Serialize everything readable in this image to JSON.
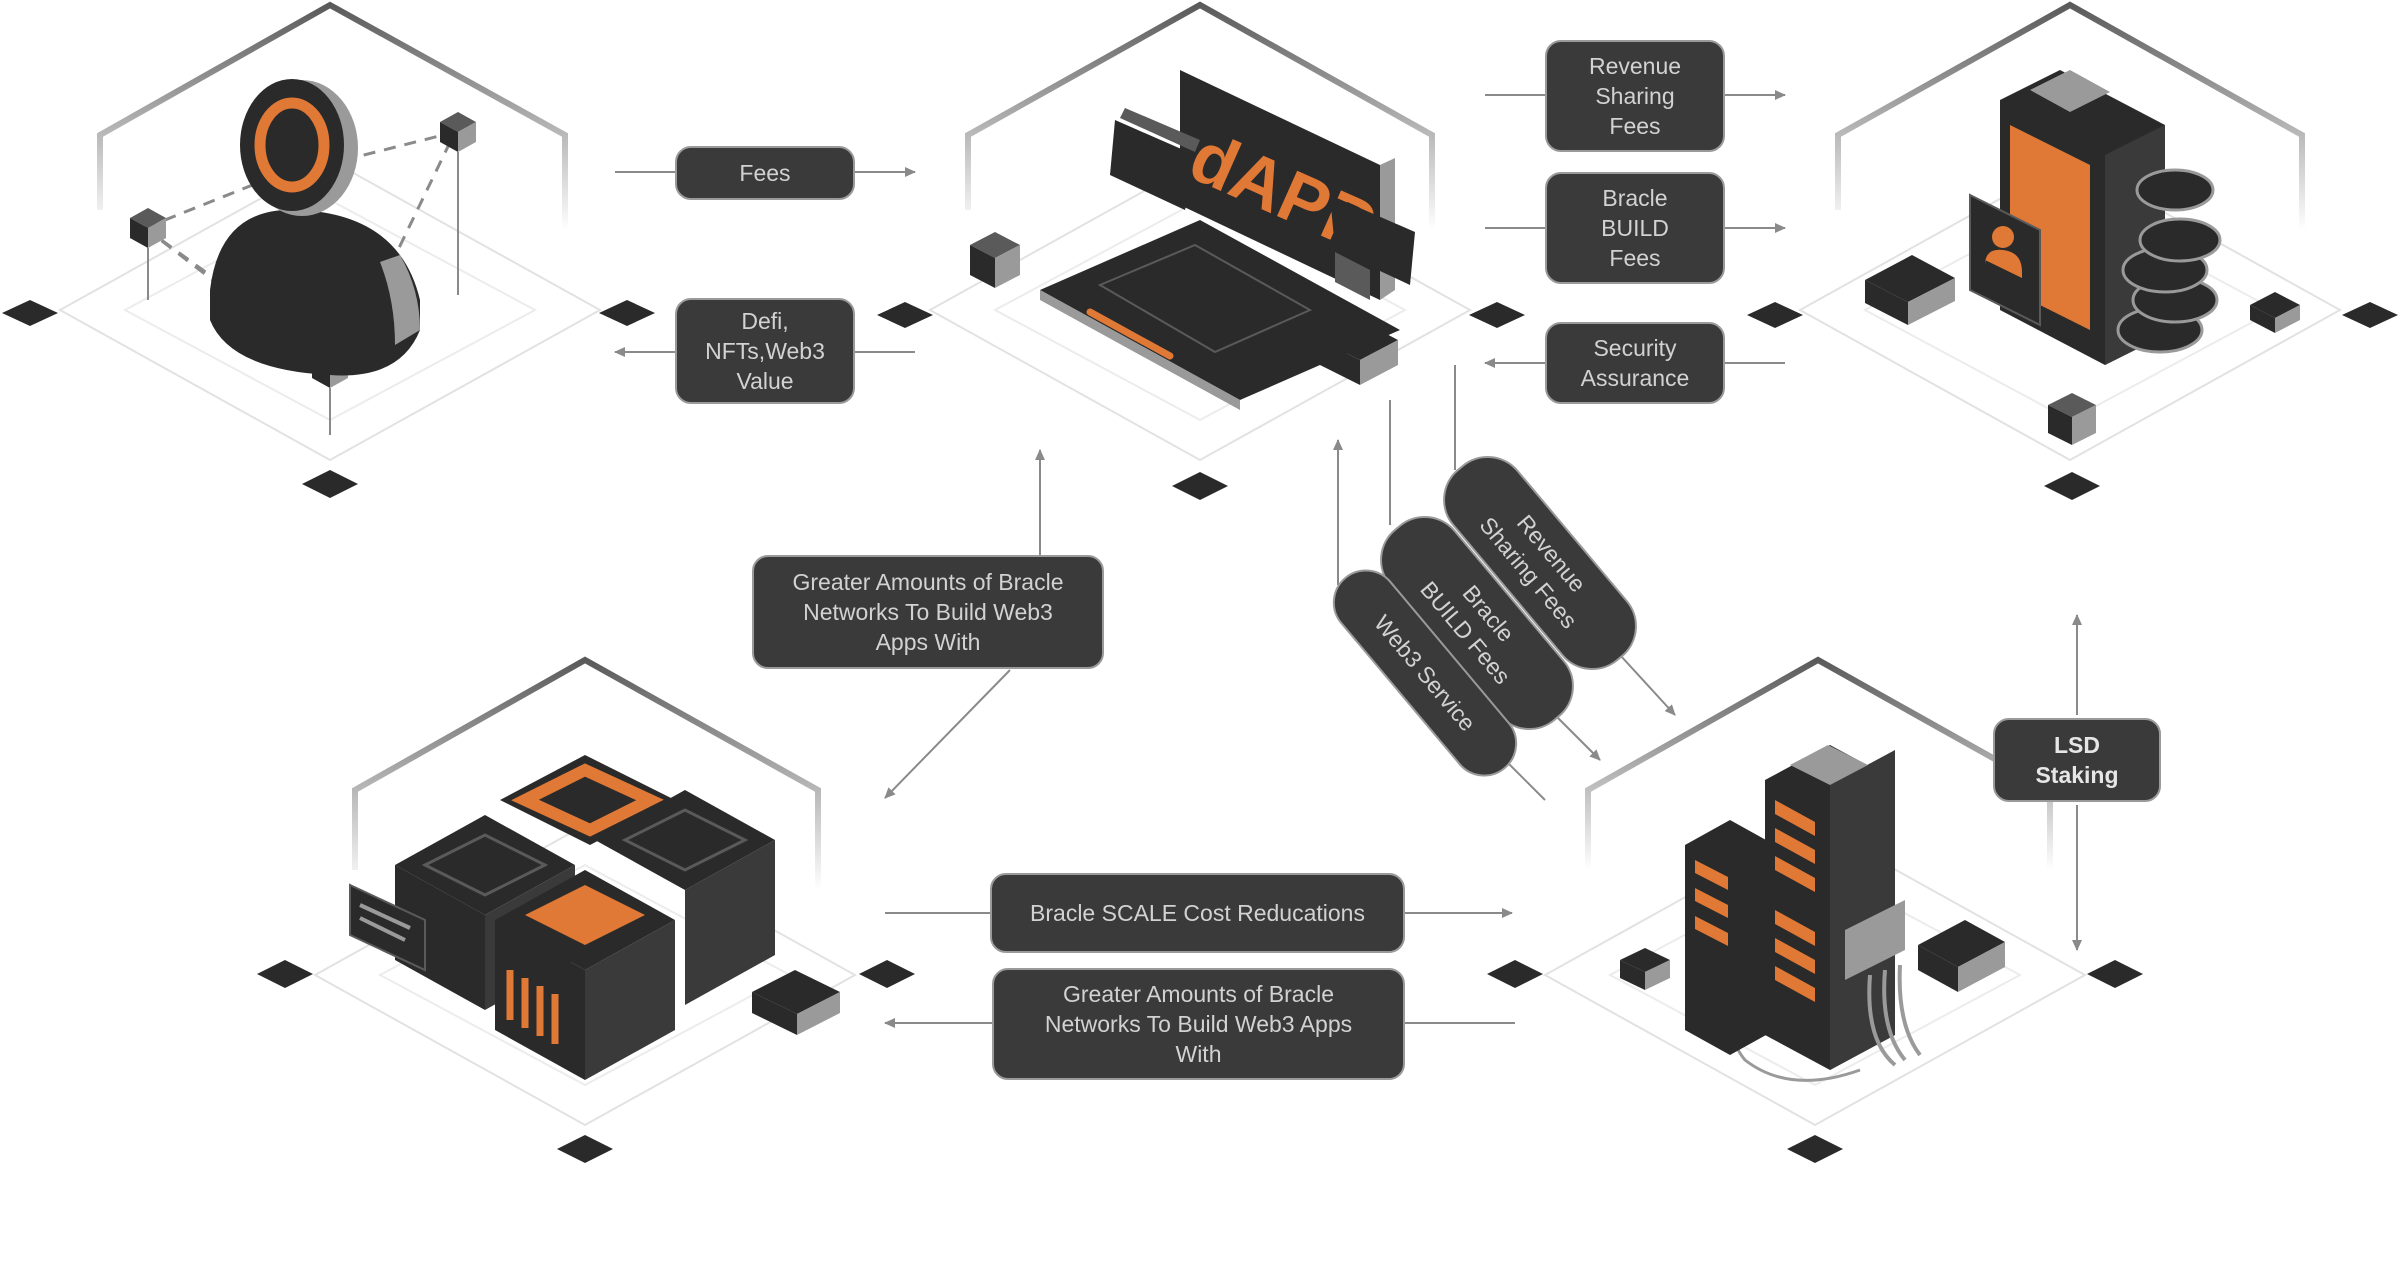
{
  "labels": {
    "fees": "Fees",
    "defi_value": "Defi,\nNFTs,Web3\nValue",
    "revenue_sharing_fees_top": "Revenue\nSharing\nFees",
    "bracle_build_fees_top": "Bracle\nBUILD\nFees",
    "security_assurance": "Security\nAssurance",
    "greater_amounts_upper": "Greater Amounts of Bracle\nNetworks To Build Web3\nApps With",
    "revenue_sharing_fees_diag": "Revenue\nSharing Fees",
    "bracle_build_fees_diag": "Bracle\nBUILD Fees",
    "web3_service_diag": "Web3 Service",
    "lsd_staking": "LSD\nStaking",
    "scale_cost": "Bracle SCALE Cost Reducations",
    "greater_amounts_lower": "Greater Amounts of Bracle\nNetworks To Build Web3 Apps\nWith",
    "dapp_screen": "dAPP"
  },
  "colors": {
    "pill_bg": "#3a3a3a",
    "pill_border": "#9a9a9a",
    "pill_text": "#d2d2d2",
    "accent": "#e07836",
    "dark": "#2a2a2a",
    "mid": "#9a9a9a",
    "hex_outline": "#5a5a5a"
  },
  "icons": {
    "user_node": "user-avatar-icon",
    "dapp_node": "dapp-laptop-icon",
    "staking_node": "wallet-coins-icon",
    "scale_node": "cube-cluster-icon",
    "server_node": "server-rack-icon"
  }
}
